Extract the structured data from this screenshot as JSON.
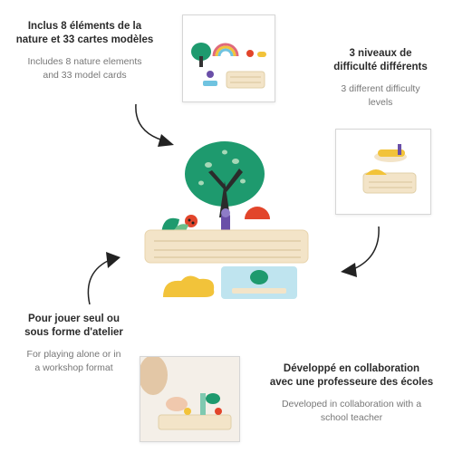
{
  "features": [
    {
      "fr": [
        "Inclus 8 éléments de la",
        "nature et 33 cartes modèles"
      ],
      "en": [
        "Includes 8 nature elements",
        "and 33 model cards"
      ]
    },
    {
      "fr": [
        "3 niveaux de",
        "difficulté différents"
      ],
      "en": [
        "3 different difficulty",
        "levels"
      ]
    },
    {
      "fr": [
        "Pour jouer seul ou",
        "sous forme d'atelier"
      ],
      "en": [
        "For playing alone or in",
        "a workshop format"
      ]
    },
    {
      "fr": [
        "Développé en collaboration",
        "avec une professeure des écoles"
      ],
      "en": [
        "Developed in collaboration with a",
        "school teacher"
      ]
    }
  ],
  "colors": {
    "tree_green": "#1e9a6e",
    "board": "#f3e4c8",
    "yellow": "#f2c33a",
    "red": "#e2452b",
    "purple": "#6a4fa8"
  }
}
